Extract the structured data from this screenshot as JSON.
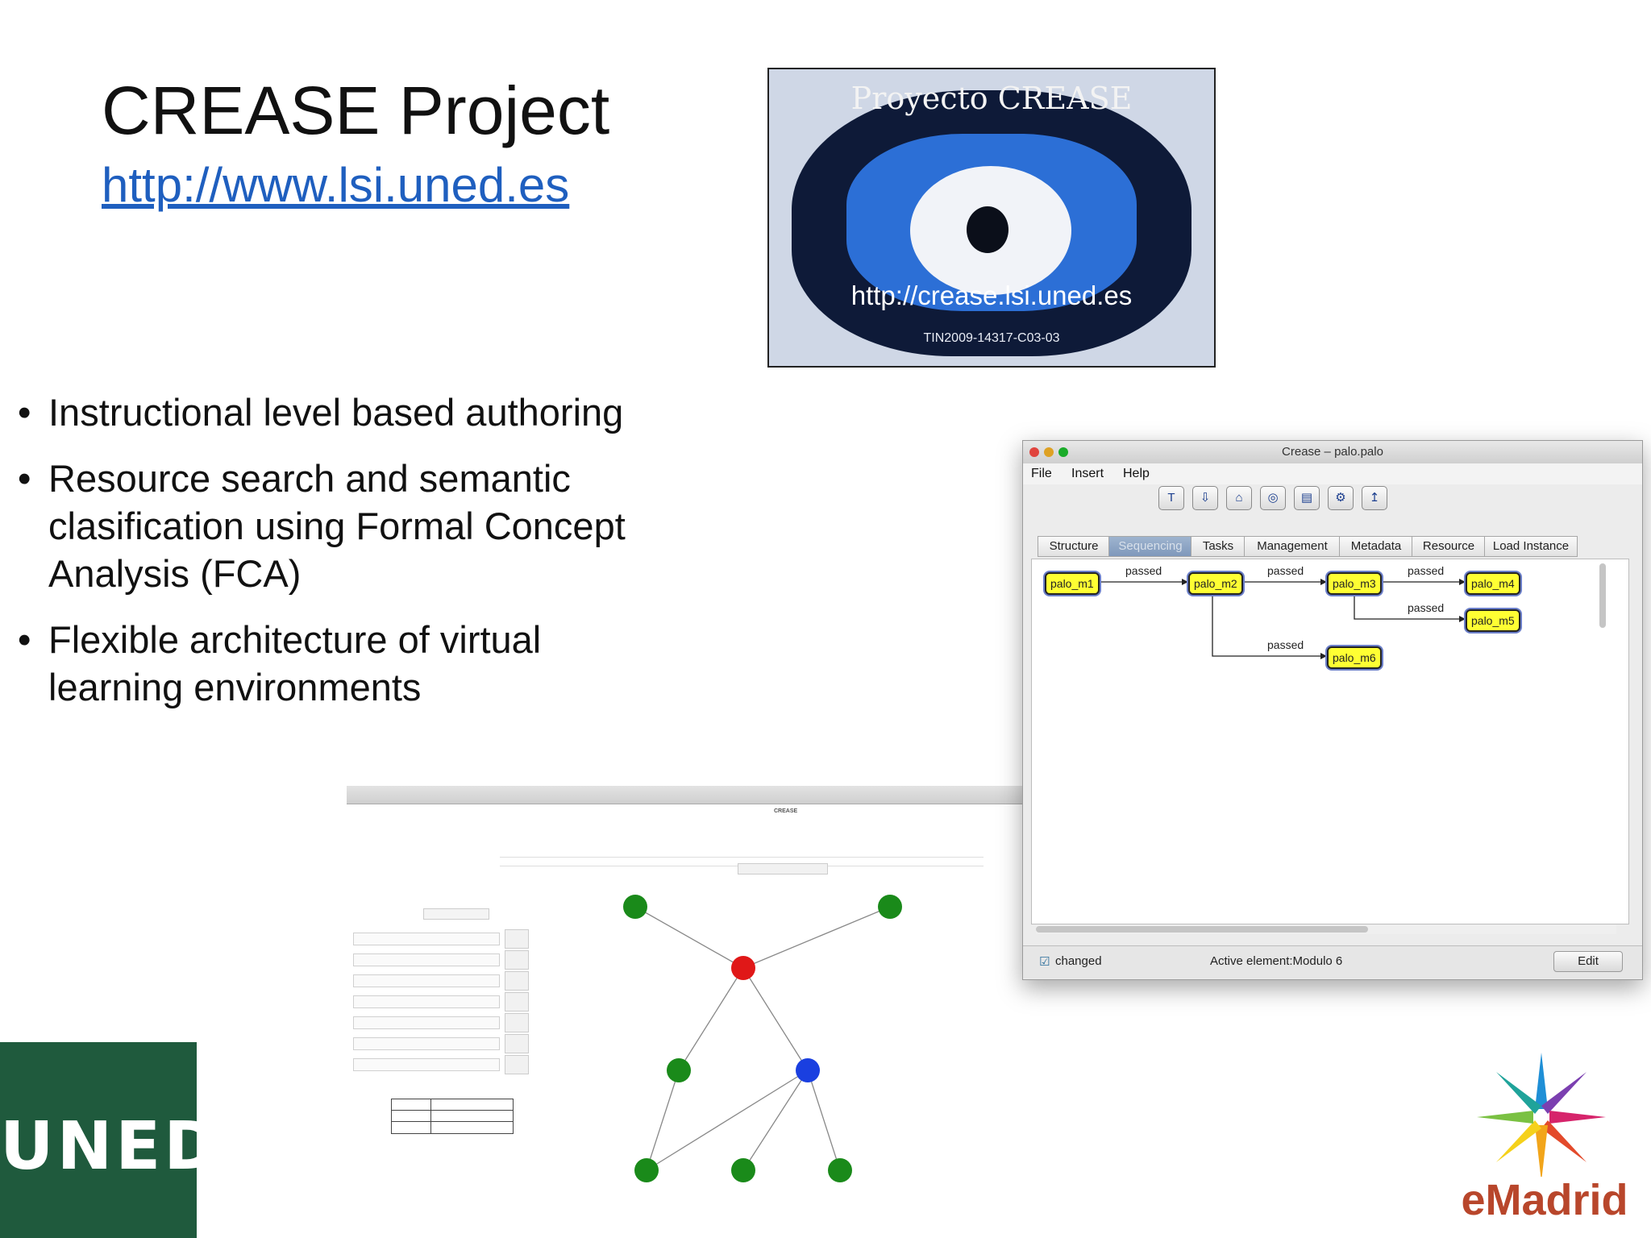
{
  "slide": {
    "title": "CREASE Project",
    "link": "http://www.lsi.uned.es",
    "bullets": [
      "Instructional level based authoring",
      "Resource search and semantic clasification using Formal Concept Analysis (FCA)",
      "Flexible architecture of virtual learning environments"
    ]
  },
  "crease_logo": {
    "title": "Proyecto CREASE",
    "url": "http://crease.lsi.uned.es",
    "code": "TIN2009-14317-C03-03"
  },
  "app_window": {
    "title": "Crease – palo.palo",
    "menu": [
      "File",
      "Insert",
      "Help"
    ],
    "toolbar_icons": [
      "text-tool-icon",
      "insert-tool-icon",
      "link-tool-icon",
      "network-tool-icon",
      "database-tool-icon",
      "settings-tool-icon",
      "pointer-tool-icon"
    ],
    "tabs": [
      "Structure",
      "Sequencing",
      "Tasks",
      "Management",
      "Metadata",
      "Resource",
      "Load Instance"
    ],
    "active_tab": "Sequencing",
    "nodes": [
      "palo_m1",
      "palo_m2",
      "palo_m3",
      "palo_m4",
      "palo_m5",
      "palo_m6"
    ],
    "edge_label": "passed",
    "status": {
      "changed": "changed",
      "active_element": "Active element:Modulo 6",
      "edit": "Edit"
    },
    "colors": {
      "node_fill": "#ffff33",
      "node_border": "#222222",
      "active_tab": "#8aa2c4"
    }
  },
  "web_screenshot": {
    "heading": "CREASE",
    "graph_node_colors": [
      "#1a8a1a",
      "#e01818",
      "#1a3fe0"
    ]
  },
  "logos": {
    "uned": "UNED",
    "emadrid": "eMadrid",
    "uned_color": "#1f5a3d"
  }
}
